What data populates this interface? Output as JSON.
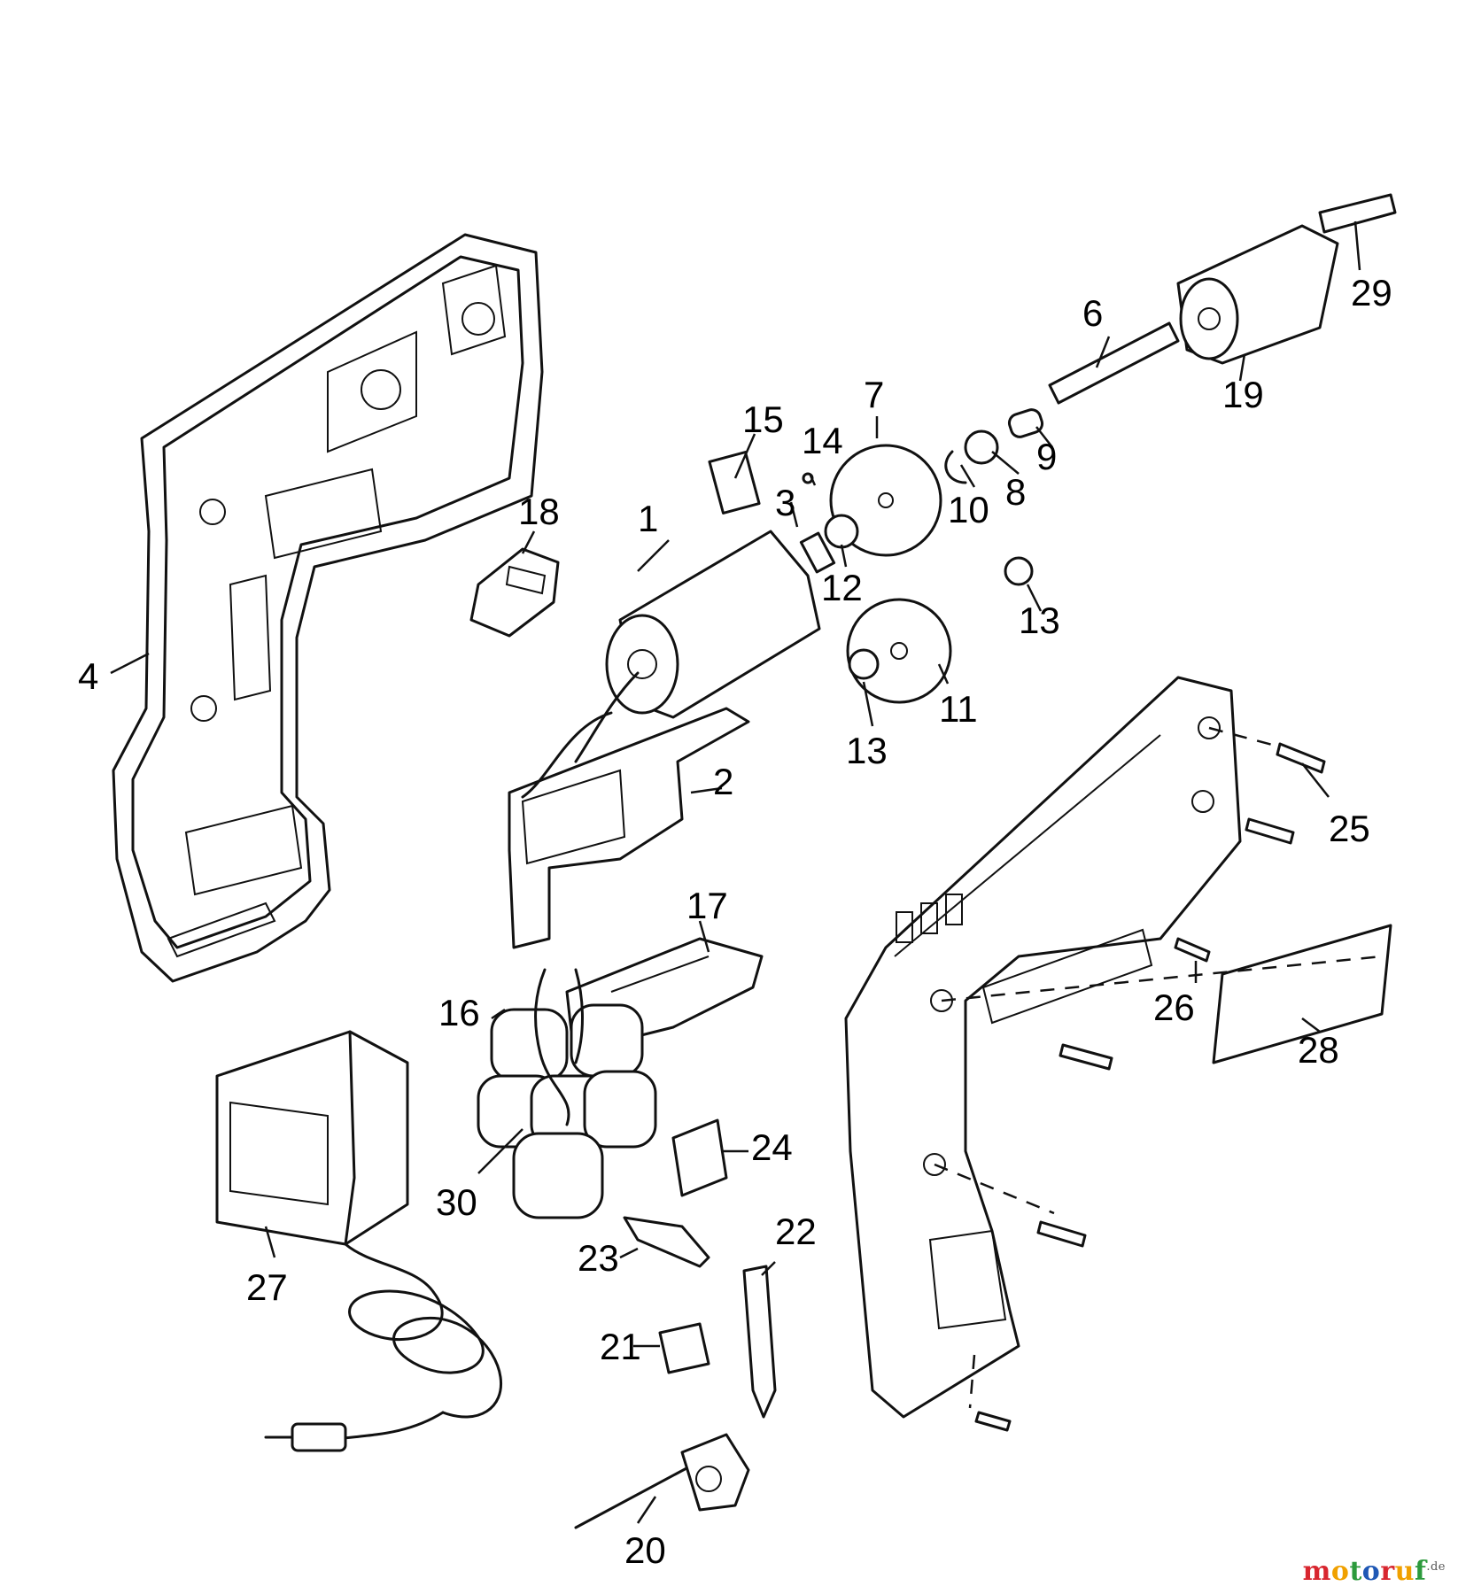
{
  "part_labels": [
    "1",
    "2",
    "3",
    "4",
    "6",
    "7",
    "8",
    "9",
    "10",
    "11",
    "12",
    "13",
    "13",
    "14",
    "15",
    "16",
    "17",
    "18",
    "19",
    "20",
    "21",
    "22",
    "23",
    "24",
    "25",
    "26",
    "27",
    "28",
    "29",
    "30"
  ],
  "watermark": {
    "letters": [
      "m",
      "o",
      "t",
      "o",
      "r",
      "u",
      "f"
    ],
    "suffix": ".de",
    "colors": [
      "#d8262f",
      "#f0a000",
      "#2c9a3c",
      "#1f58b5",
      "#d8262f",
      "#f0a000",
      "#2c9a3c"
    ]
  }
}
